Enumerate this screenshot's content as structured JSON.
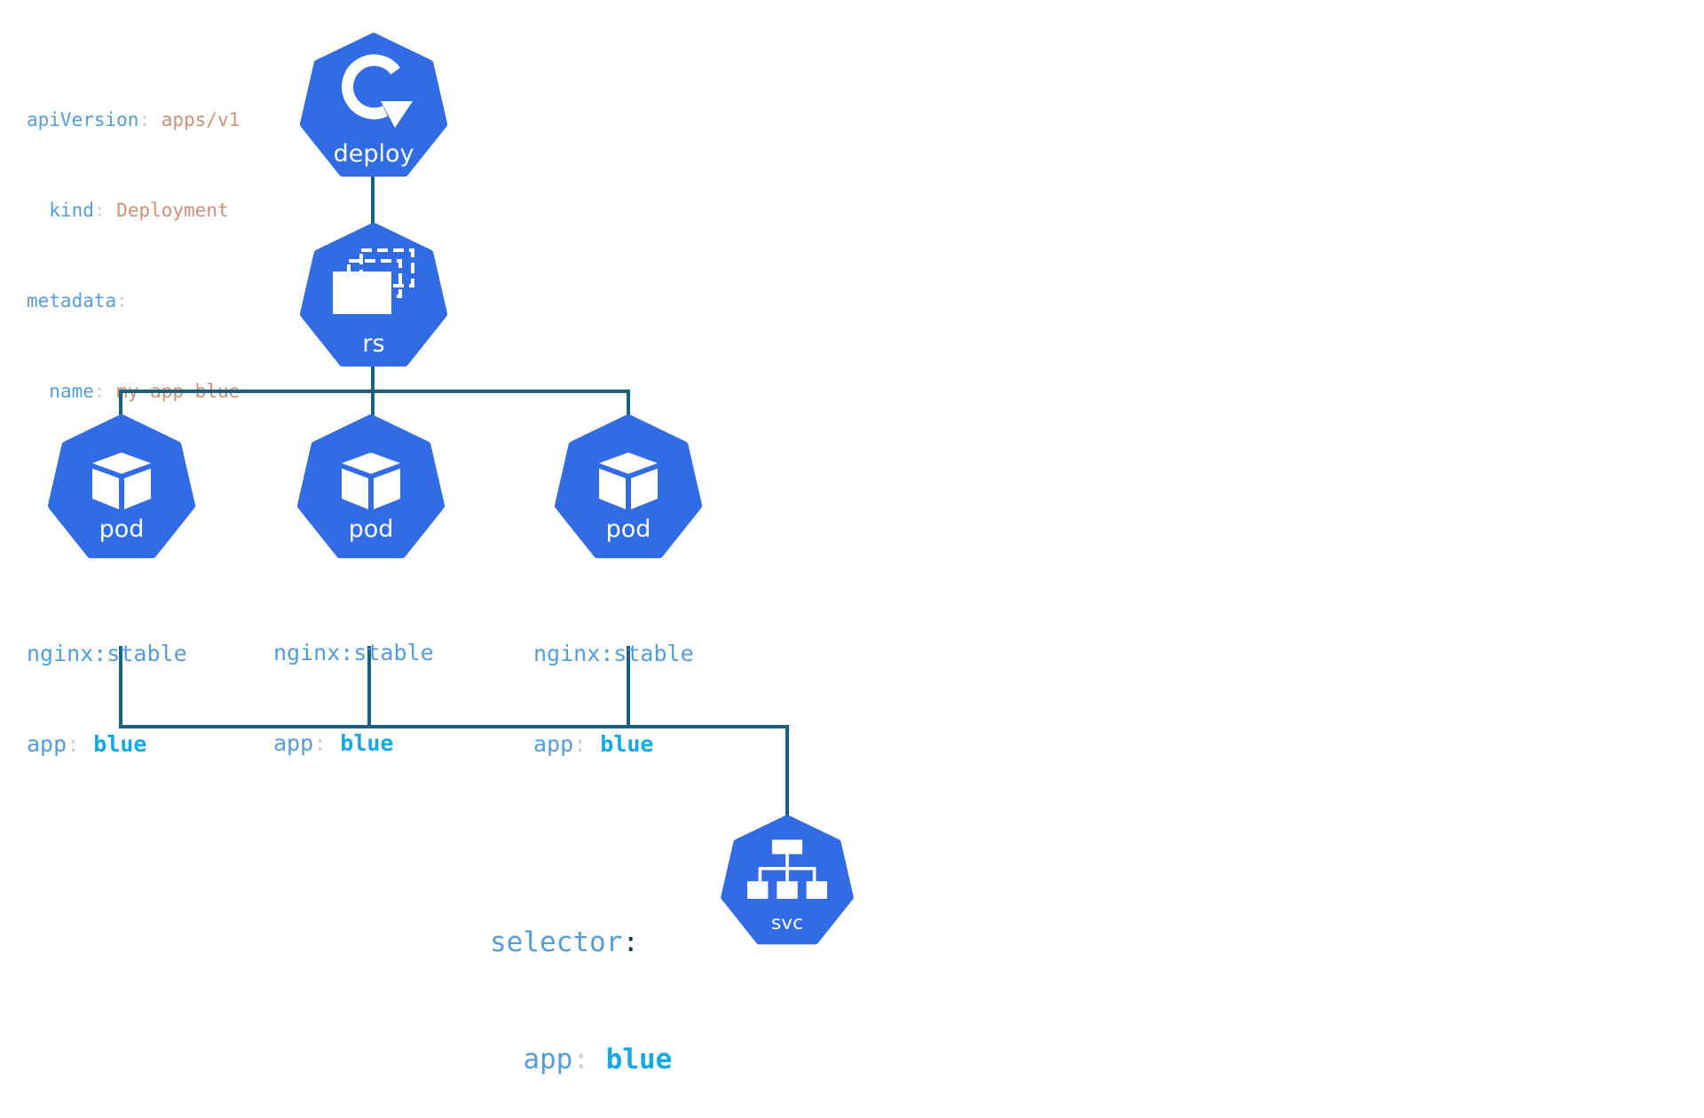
{
  "manifest": {
    "lines": [
      {
        "key": "apiVersion",
        "value": "apps/v1",
        "indent": 0
      },
      {
        "key": "kind",
        "value": "Deployment",
        "indent": 2
      },
      {
        "key": "metadata",
        "value": "",
        "indent": 0
      },
      {
        "key": "name",
        "value": "my-app-blue",
        "indent": 2
      }
    ]
  },
  "nodes": {
    "deploy": {
      "label": "deploy",
      "icon": "deploy-rotate-icon"
    },
    "rs": {
      "label": "rs",
      "icon": "replicaset-icon"
    },
    "pods": [
      {
        "label": "pod",
        "icon": "pod-cube-icon",
        "image": "nginx:stable",
        "app_key": "app",
        "app_value": "blue"
      },
      {
        "label": "pod",
        "icon": "pod-cube-icon",
        "image": "nginx:stable",
        "app_key": "app",
        "app_value": "blue"
      },
      {
        "label": "pod",
        "icon": "pod-cube-icon",
        "image": "nginx:stable",
        "app_key": "app",
        "app_value": "blue"
      }
    ],
    "svc": {
      "label": "svc",
      "icon": "service-tree-icon"
    }
  },
  "selector": {
    "key": "selector",
    "app_key": "app",
    "app_value": "blue"
  },
  "colors": {
    "node_fill": "#326CE5",
    "connector": "#1B6080",
    "yaml_key": "#569CD6",
    "yaml_value": "#CE9178",
    "label_blue": "#14A9E6"
  }
}
